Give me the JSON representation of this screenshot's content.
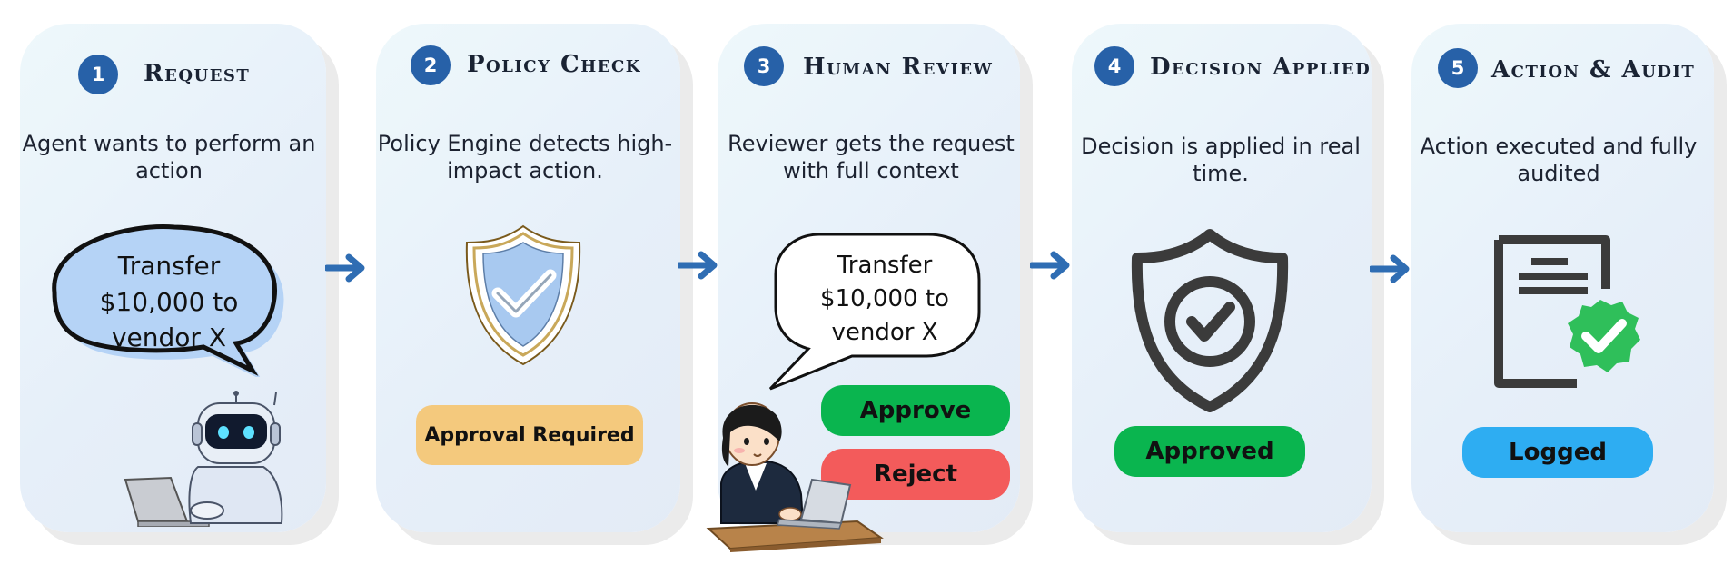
{
  "steps": [
    {
      "number": "1",
      "title": "Request",
      "description": "Agent wants to perform an action",
      "bubble": [
        "Transfer",
        "$10,000 to",
        "vendor X"
      ]
    },
    {
      "number": "2",
      "title": "Policy Check",
      "description": "Policy Engine detects high-impact action.",
      "status": "Approval Required"
    },
    {
      "number": "3",
      "title": "Human Review",
      "description": "Reviewer gets the request with full context",
      "bubble": [
        "Transfer",
        "$10,000 to",
        "vendor X"
      ],
      "approve_label": "Approve",
      "reject_label": "Reject"
    },
    {
      "number": "4",
      "title": "Decision Applied",
      "description": "Decision is applied in real time.",
      "status": "Approved"
    },
    {
      "number": "5",
      "title": "Action & Audit",
      "description": "Action executed and fully audited",
      "status": "Logged"
    }
  ],
  "colors": {
    "badge": "#2761a8",
    "arrow": "#2f6db3",
    "approval_required": "#f4c97d",
    "approve": "#0ab54f",
    "reject": "#f35b5b",
    "logged": "#2eadf2"
  },
  "icons": [
    "robot-laptop-illustration",
    "shield-check-icon",
    "reviewer-laptop-illustration",
    "shield-check-outline-icon",
    "document-verified-icon"
  ]
}
